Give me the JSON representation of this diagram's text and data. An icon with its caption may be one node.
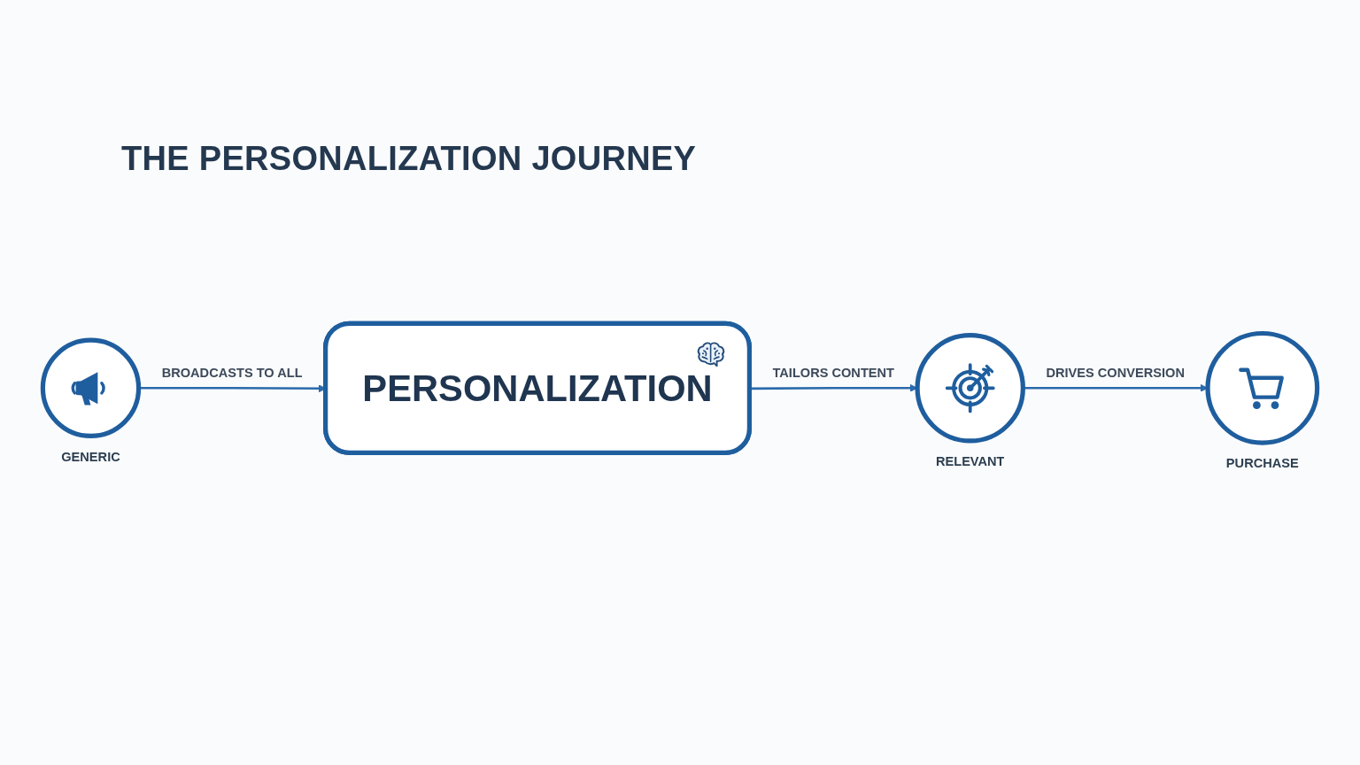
{
  "diagram": {
    "title": "THE PERSONALIZATION JOURNEY",
    "nodes": [
      {
        "text": [
          "GENERIC"
        ]
      },
      {
        "text": [
          "PERSONALIZATION"
        ]
      },
      {
        "text": [
          "RELEVANT"
        ]
      },
      {
        "text": [
          "PURCHASE"
        ]
      }
    ],
    "edges": [
      {
        "from": 0,
        "to": 1,
        "label": "BROADCASTS TO ALL",
        "arrow": "to"
      },
      {
        "from": 1,
        "to": 2,
        "label": "TAILORS CONTENT",
        "arrow": "to"
      },
      {
        "from": 2,
        "to": 3,
        "label": "DRIVES CONVERSION",
        "arrow": "to"
      }
    ]
  }
}
